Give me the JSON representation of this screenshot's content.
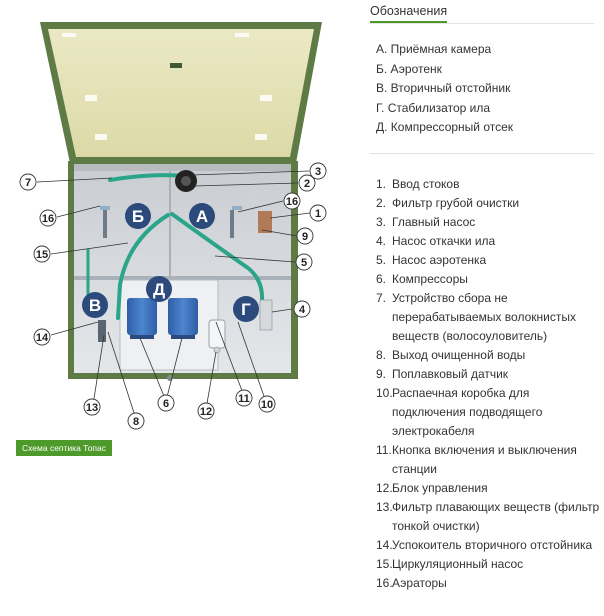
{
  "legend": {
    "title": "Обозначения",
    "chambers": [
      "А. Приёмная камера",
      "Б. Аэротенк",
      "В. Вторичный отстойник",
      "Г. Стабилизатор ила",
      "Д. Компрессорный отсек"
    ],
    "components": [
      {
        "num": "1.",
        "label": "Ввод стоков"
      },
      {
        "num": "2.",
        "label": "Фильтр грубой очистки"
      },
      {
        "num": "3.",
        "label": "Главный насос"
      },
      {
        "num": "4.",
        "label": "Насос откачки ила"
      },
      {
        "num": "5.",
        "label": "Насос аэротенка"
      },
      {
        "num": "6.",
        "label": "Компрессоры"
      },
      {
        "num": "7.",
        "label": "Устройство сбора не перерабатываемых волокнистых веществ (волосоуловитель)"
      },
      {
        "num": "8.",
        "label": "Выход очищенной воды"
      },
      {
        "num": "9.",
        "label": "Поплавковый датчик"
      },
      {
        "num": "10.",
        "label": "Распаечная коробка для подключения подводящего электрокабеля"
      },
      {
        "num": "11.",
        "label": "Кнопка включения и выключения станции"
      },
      {
        "num": "12.",
        "label": "Блок управления"
      },
      {
        "num": "13.",
        "label": "Фильтр плавающих веществ (фильтр тонкой очистки)"
      },
      {
        "num": "14.",
        "label": "Успокоитель вторичного отстойника"
      },
      {
        "num": "15.",
        "label": "Циркуляционный насос"
      },
      {
        "num": "16.",
        "label": "Аэраторы"
      }
    ]
  },
  "diagram": {
    "caption": "Схема септика Топас",
    "chamber_letters": {
      "a": "А",
      "b": "Б",
      "v": "В",
      "g": "Г",
      "d": "Д"
    },
    "callouts": {
      "c1": "1",
      "c2": "2",
      "c3": "3",
      "c4": "4",
      "c5": "5",
      "c6": "6",
      "c7": "7",
      "c8": "8",
      "c9": "9",
      "c10": "10",
      "c11": "11",
      "c12": "12",
      "c13": "13",
      "c14": "14",
      "c15": "15",
      "c16a": "16",
      "c16b": "16"
    },
    "colors": {
      "housing": "#5e7a45",
      "lid": "#e6e3ba",
      "chamber_circle": "#2c4a7c",
      "pipe": "#2aa58a",
      "compressor": "#3d6fb8",
      "caption_badge": "#4d9a2a"
    }
  }
}
